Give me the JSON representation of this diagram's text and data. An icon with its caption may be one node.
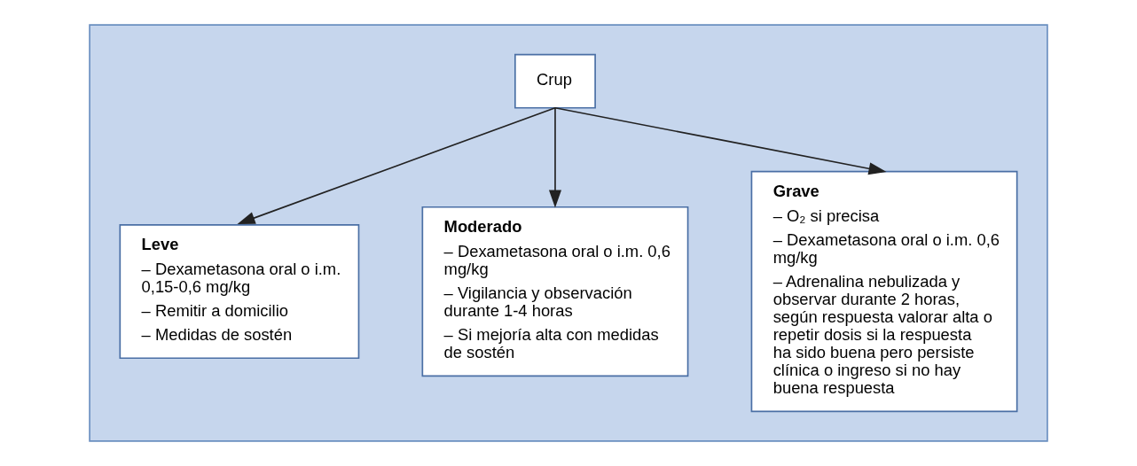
{
  "diagram": {
    "nodes": [
      {
        "text": [],
        "shape": "box"
      },
      {
        "text": [
          "Crup"
        ],
        "in": 0
      },
      {
        "text": [
          "Leve",
          "– Dexametasona oral o i.m. 0,15-0,6 mg/kg",
          "– Remitir a domicilio",
          "– Medidas de sostén"
        ],
        "in": 0
      },
      {
        "text": [
          "Moderado",
          "– Dexametasona oral o i.m. 0,6 mg/kg",
          "– Vigilancia y observación durante 1-4 horas",
          "– Si mejoría alta con medidas de sostén"
        ],
        "in": 0
      },
      {
        "text": [
          "Grave",
          "– O₂ si precisa",
          "– Dexametasona oral o i.m. 0,6 mg/kg",
          "– Adrenalina nebulizada y observar durante 2 horas, según respuesta valorar alta o repetir dosis si la respuesta ha sido buena pero persiste clínica o ingreso si no hay buena respuesta"
        ],
        "in": 0
      }
    ],
    "edges": [
      {
        "from": 1,
        "to": 2,
        "arrow": "to"
      },
      {
        "from": 1,
        "to": 3,
        "arrow": "to"
      },
      {
        "from": 1,
        "to": 4,
        "arrow": "to"
      }
    ]
  }
}
